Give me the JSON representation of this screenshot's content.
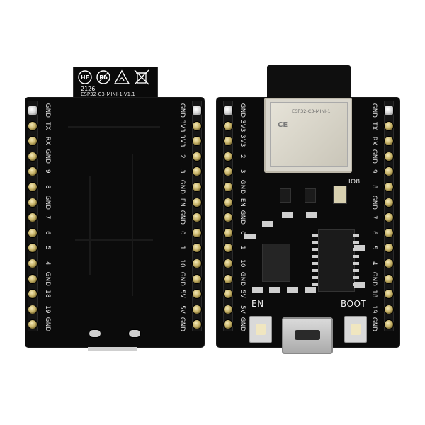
{
  "sticker": {
    "icon_names": [
      "hf-badge-icon",
      "pb-badge-icon",
      "esd-warning-icon",
      "weee-bin-icon"
    ],
    "date": "2126",
    "model": "ESP32-C3-MINI-1-V1.1"
  },
  "back_board": {
    "left_labels": [
      "GND",
      "TX",
      "RX",
      "GND",
      "9",
      "8",
      "GND",
      "7",
      "6",
      "5",
      "4",
      "GND",
      "18",
      "19",
      "GND"
    ],
    "right_labels": [
      "GND",
      "3V3",
      "3V3",
      "2",
      "3",
      "GND",
      "EN",
      "GND",
      "0",
      "1",
      "10",
      "GND",
      "5V",
      "5V",
      "GND"
    ]
  },
  "front_board": {
    "left_labels": [
      "GND",
      "3V3",
      "3V3",
      "2",
      "3",
      "GND",
      "EN",
      "GND",
      "0",
      "1",
      "10",
      "GND",
      "5V",
      "5V",
      "GND"
    ],
    "right_labels": [
      "GND",
      "TX",
      "RX",
      "GND",
      "9",
      "8",
      "GND",
      "7",
      "6",
      "5",
      "4",
      "GND",
      "18",
      "19",
      "GND"
    ],
    "en_label": "EN",
    "boot_label": "BOOT",
    "io8_label": "IO8",
    "module_label": "ESP32-C3-MINI-1"
  },
  "colors": {
    "pcb": "#0b0b0b",
    "silkscreen": "#e8e8e8",
    "pin_gold": "#c8b46a",
    "module_shield": "#d9d6cc"
  }
}
